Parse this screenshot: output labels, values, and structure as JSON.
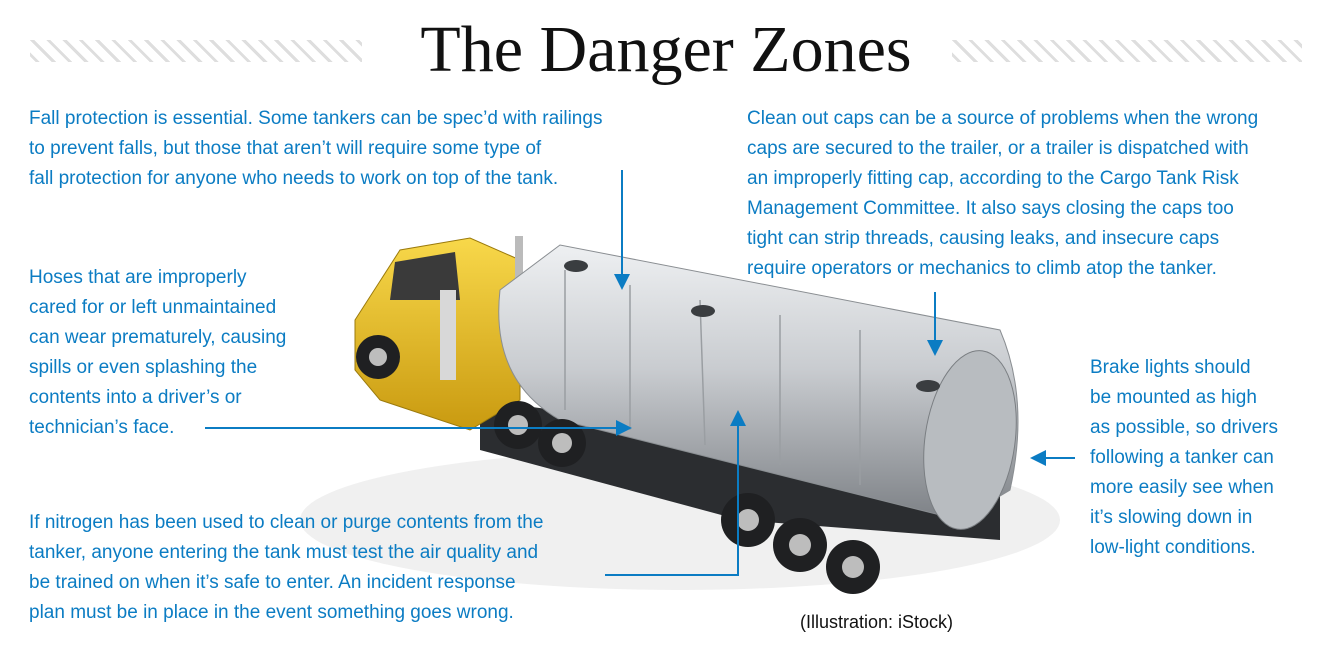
{
  "title": "The Danger Zones",
  "callouts": {
    "fall": [
      "Fall protection is essential. Some tankers can be spec’d with railings",
      "to prevent falls, but those that aren’t will require some type of",
      "fall protection for anyone who needs to work on top of the tank."
    ],
    "caps": [
      "Clean out caps can be a source of problems when the wrong",
      "caps are secured to the trailer, or a trailer is dispatched with",
      "an improperly fitting cap, according to the Cargo Tank Risk",
      "Management Committee. It also says closing the caps too",
      "tight can strip threads, causing leaks, and insecure caps",
      "require operators or mechanics to climb atop the tanker."
    ],
    "hoses": [
      "Hoses that are improperly",
      "cared for or left unmaintained",
      "can wear prematurely, causing",
      "spills or even splashing the",
      "contents into a driver’s or",
      "technician’s face."
    ],
    "nitrogen": [
      "If nitrogen has been used to clean or purge contents from the",
      "tanker, anyone entering the tank must test the air quality and",
      "be trained on when it’s safe to enter. An incident response",
      "plan must be in place in the event something goes wrong."
    ],
    "brake": [
      "Brake lights should",
      "be mounted as high",
      "as possible, so drivers",
      "following a tanker can",
      "more easily see when",
      "it’s slowing down in",
      "low-light conditions."
    ]
  },
  "credit": "(Illustration: iStock)",
  "colors": {
    "accent": "#0b7cc3",
    "cab": "#f2c21b",
    "tank": "#c8cbcf"
  }
}
